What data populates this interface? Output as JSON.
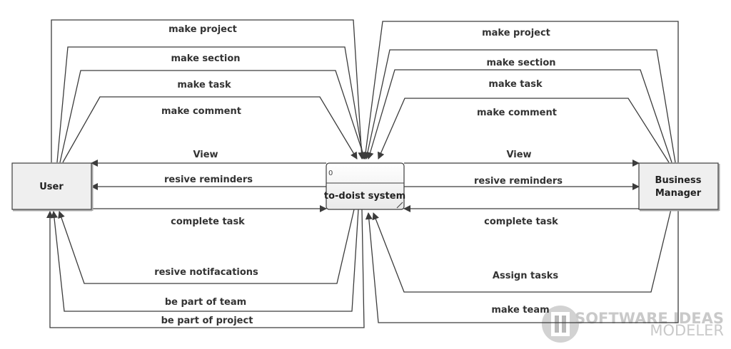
{
  "diagram": {
    "entities": {
      "user": "User",
      "business_manager_line1": "Business",
      "business_manager_line2": "Manager"
    },
    "process": {
      "id": "0",
      "name": "to-doist system"
    },
    "user_flows": {
      "make_project": "make project",
      "make_section": "make section",
      "make_task": "make task",
      "make_comment": "make comment",
      "view": "View",
      "resive_reminders": "resive reminders",
      "complete_task": "complete task",
      "resive_notifacations": "resive notifacations",
      "be_part_of_team": "be part of team",
      "be_part_of_project": "be part of project"
    },
    "manager_flows": {
      "make_project": "make project",
      "make_section": "make section",
      "make_task": "make task",
      "make_comment": "make comment",
      "view": "View",
      "resive_reminders": "resive reminders",
      "complete_task": "complete task",
      "assign_tasks": "Assign tasks",
      "make_team": "make team"
    }
  },
  "watermark": {
    "title": "SOFTWARE IDEAS",
    "subtitle": "MODELER"
  }
}
